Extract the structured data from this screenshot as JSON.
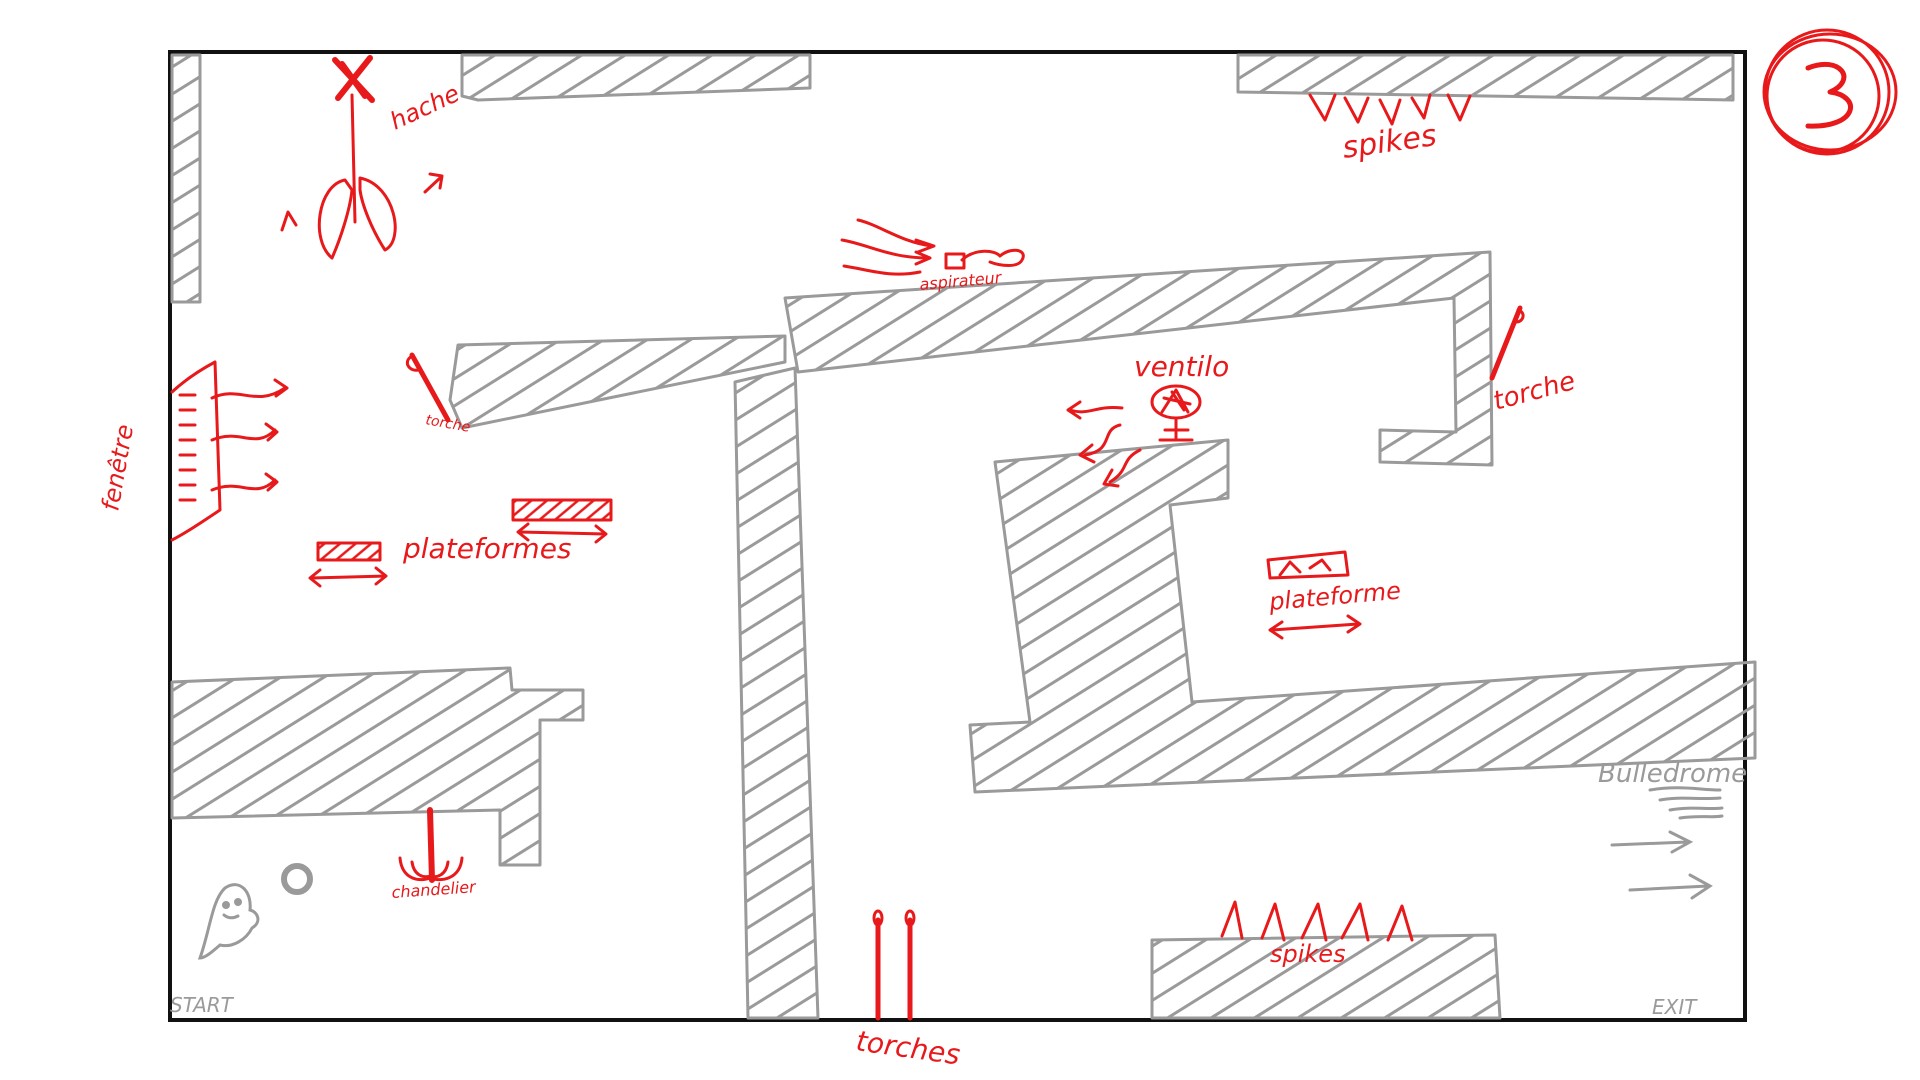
{
  "labels": {
    "hache": "hache",
    "fenetre": "fenêtre",
    "plateformes": "plateformes",
    "torche_left": "torche",
    "aspirateur": "aspirateur",
    "ventilo": "ventilo",
    "torche_right": "torche",
    "plateforme": "plateforme",
    "spikes_top": "spikes",
    "spikes_bottom": "spikes",
    "chandelier": "chandelier",
    "torches": "torches",
    "bulledrome": "Bulledrome",
    "start": "START",
    "exit": "EXIT",
    "level_number": "3"
  },
  "colors": {
    "annotation": "#e8191b",
    "wall": "#9a9a9a",
    "frame": "#111111",
    "background": "#ffffff"
  }
}
